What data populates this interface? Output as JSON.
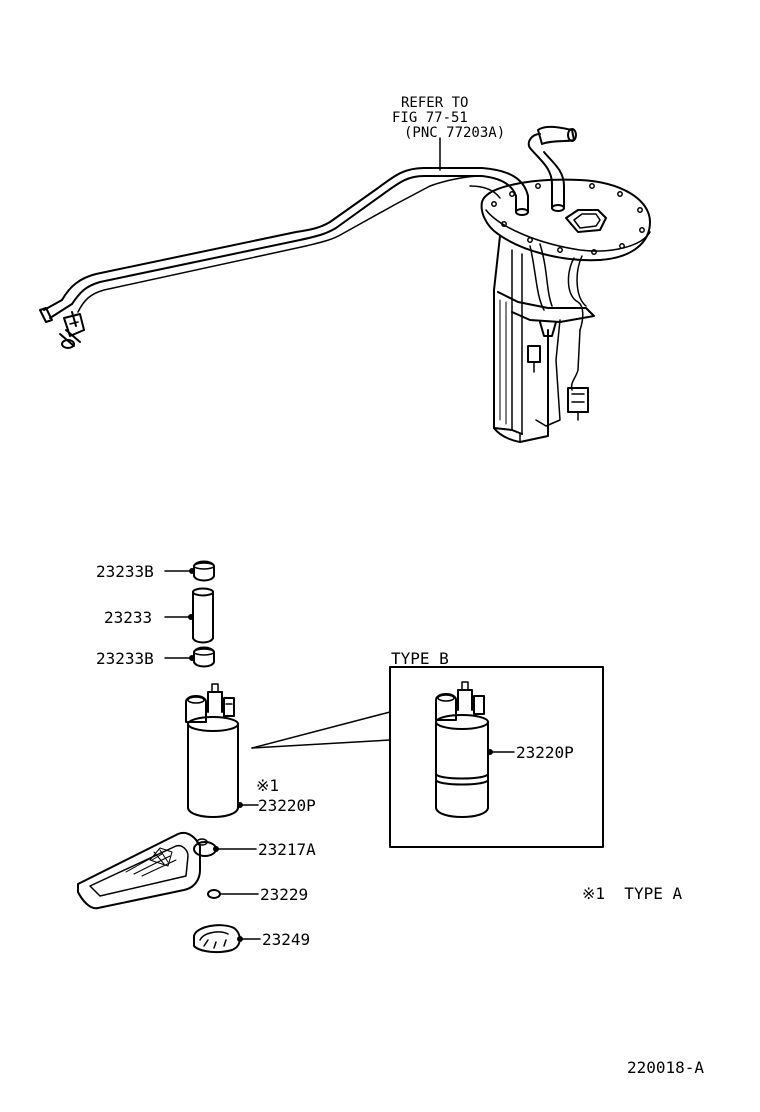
{
  "reference_note": {
    "line1": "REFER TO",
    "line2": "FIG 77-51",
    "line3": "(PNC 77203A)"
  },
  "parts": {
    "clamp_upper": "23233B",
    "hose": "23233",
    "clamp_lower": "23233B",
    "pump_marker": "※1",
    "pump_type_a": "23220P",
    "filter": "23217A",
    "ring": "23229",
    "retainer": "23249",
    "pump_type_b": "23220P"
  },
  "type_b_box": {
    "title": "TYPE B"
  },
  "footnote": {
    "text": "※1  TYPE A"
  },
  "figure_id": "220018-A"
}
